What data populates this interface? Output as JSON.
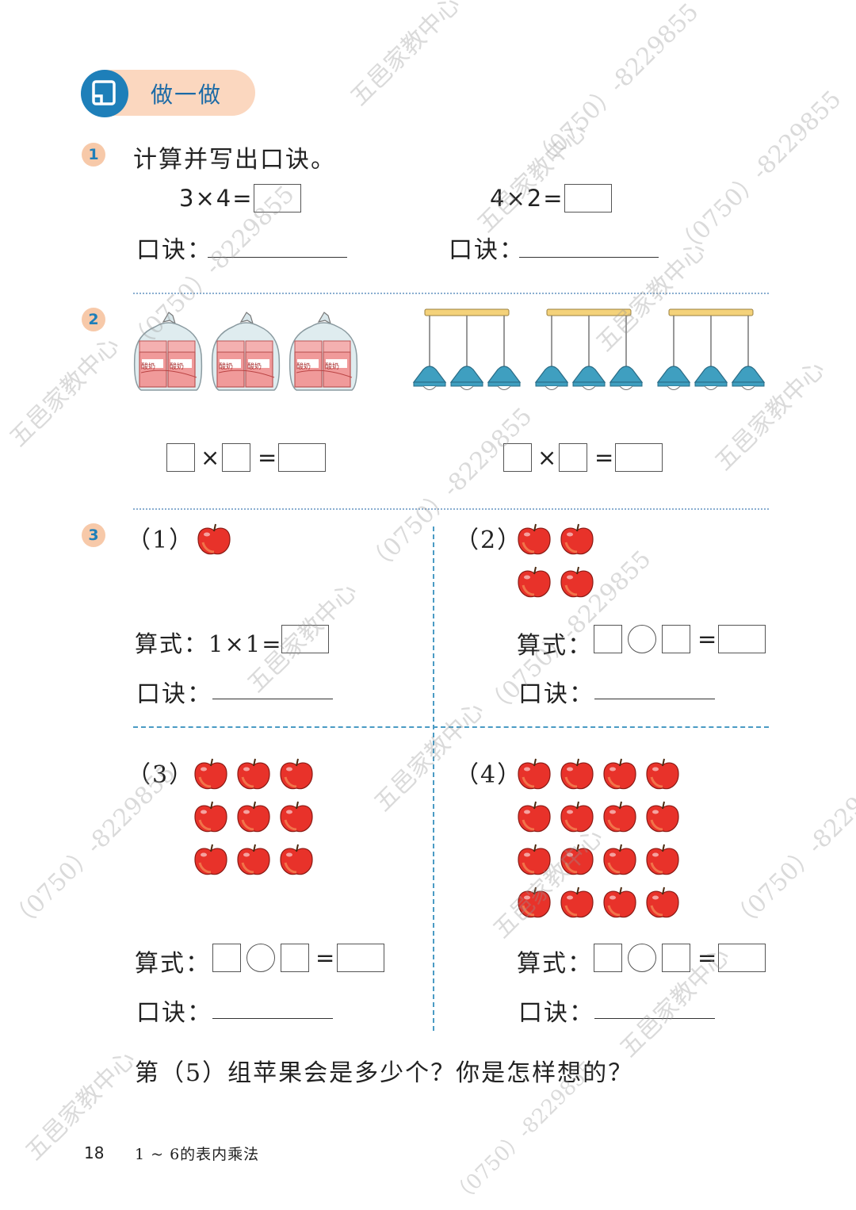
{
  "header": {
    "title": "做一做"
  },
  "q1": {
    "number": "1",
    "instruction": "计算并写出口诀。",
    "left_expr": "3×4=",
    "right_expr": "4×2=",
    "koujue_label": "口诀："
  },
  "q2": {
    "number": "2",
    "bag_labels": [
      "酸奶",
      "酸奶"
    ],
    "times": "×",
    "equals": "="
  },
  "q3": {
    "number": "3",
    "parts": [
      {
        "label": "（1）",
        "apples": 1
      },
      {
        "label": "（2）",
        "apples": 4
      },
      {
        "label": "（3）",
        "apples": 9
      },
      {
        "label": "（4）",
        "apples": 16
      }
    ],
    "suanshi_label": "算式：",
    "suanshi_1": "算式：1×1=",
    "koujue_label": "口诀：",
    "equals": "=",
    "followup": "第（5）组苹果会是多少个？你是怎样想的？"
  },
  "footer": {
    "page_number": "18",
    "chapter": "1 ~ 6的表内乘法"
  },
  "watermark": {
    "name": "五邑家教中心",
    "phone": "（0750）-8229855"
  },
  "colors": {
    "accent_blue": "#1e7fb9",
    "pill_bg": "#fbd7bf",
    "apple_red": "#e8322a",
    "lamp_teal": "#3f9fc0"
  }
}
